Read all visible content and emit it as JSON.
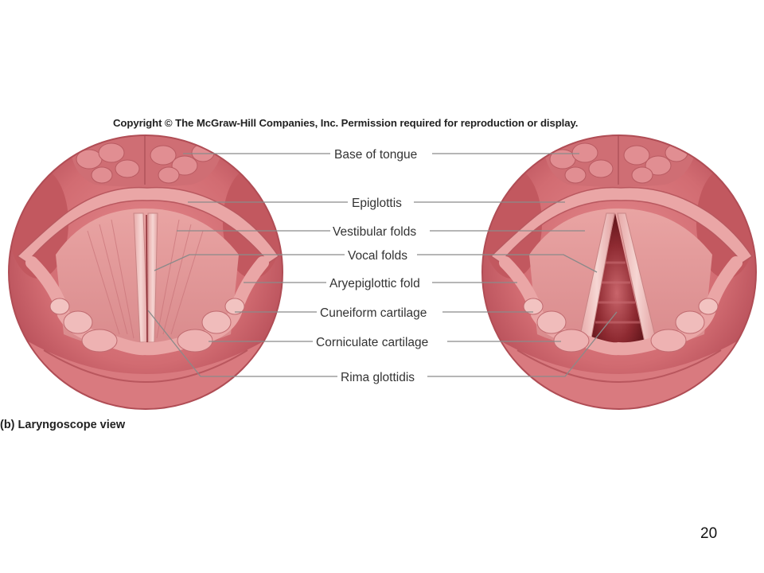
{
  "copyright": "Copyright © The McGraw-Hill Companies, Inc. Permission required for reproduction or display.",
  "caption": "(b) Laryngoscope view",
  "page_number": "20",
  "labels": [
    "Base of tongue",
    "Epiglottis",
    "Vestibular folds",
    "Vocal folds",
    "Aryepiglottic fold",
    "Cuneiform cartilage",
    "Corniculate cartilage",
    "Rima glottidis"
  ],
  "colors": {
    "tissue": "#d9777c",
    "tissue_light": "#eba3a6",
    "tissue_dark": "#a8434b",
    "fold": "#f0c8c6",
    "airway": "#7a1e24",
    "leader": "#7a7a7a"
  }
}
